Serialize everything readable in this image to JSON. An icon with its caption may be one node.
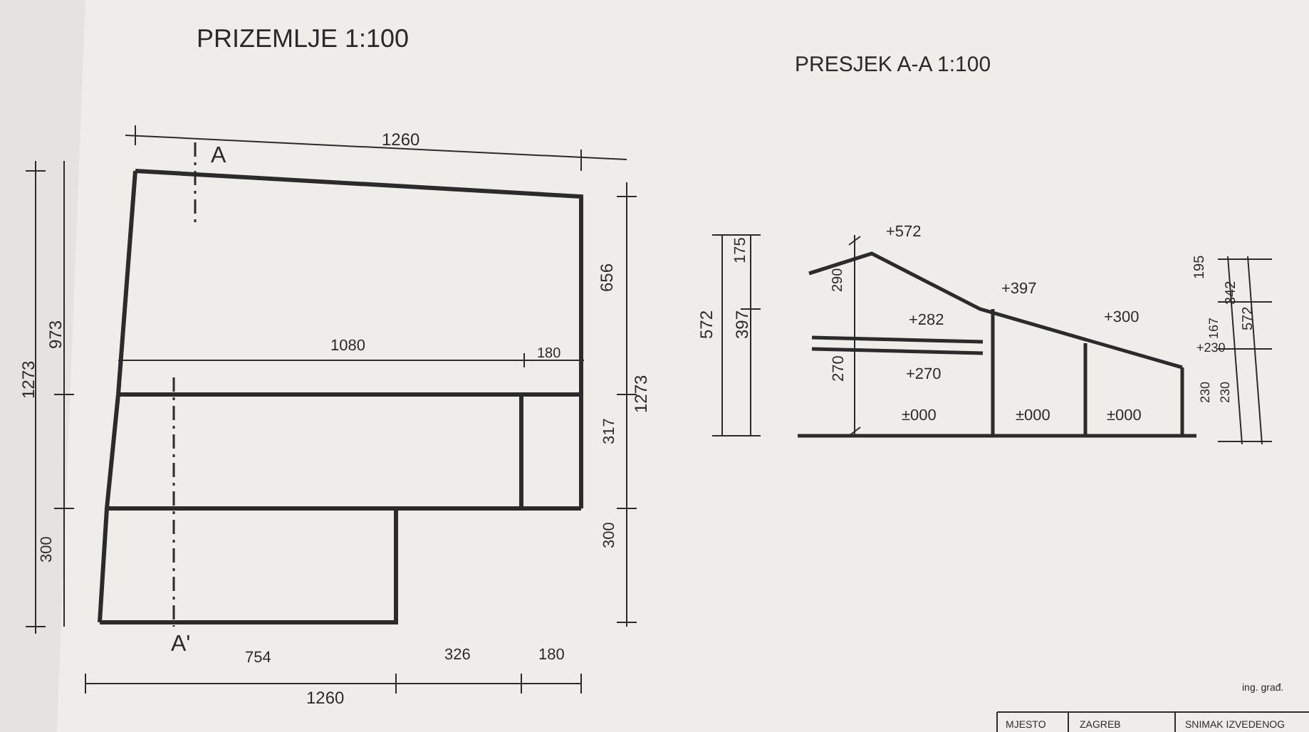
{
  "diagram": {
    "labels": [
      "PRIZEMLJE 1:100",
      "PRESJEK A-A 1:100",
      "1260",
      "A",
      "656",
      "+572",
      "175",
      "+397",
      "+300",
      "195",
      "973",
      "1273",
      "1273",
      "572",
      "397",
      "290",
      "+282",
      "+270",
      "270",
      "1080",
      "180",
      "+230",
      "167",
      "342",
      "572",
      "±000",
      "±000",
      "±000",
      "230",
      "230",
      "317",
      "300",
      "300",
      "A'",
      "754",
      "326",
      "180",
      "1260",
      "MJESTO",
      "ZAGREB",
      "SNIMAK IZVEDENOG",
      "ing. građ."
    ]
  }
}
